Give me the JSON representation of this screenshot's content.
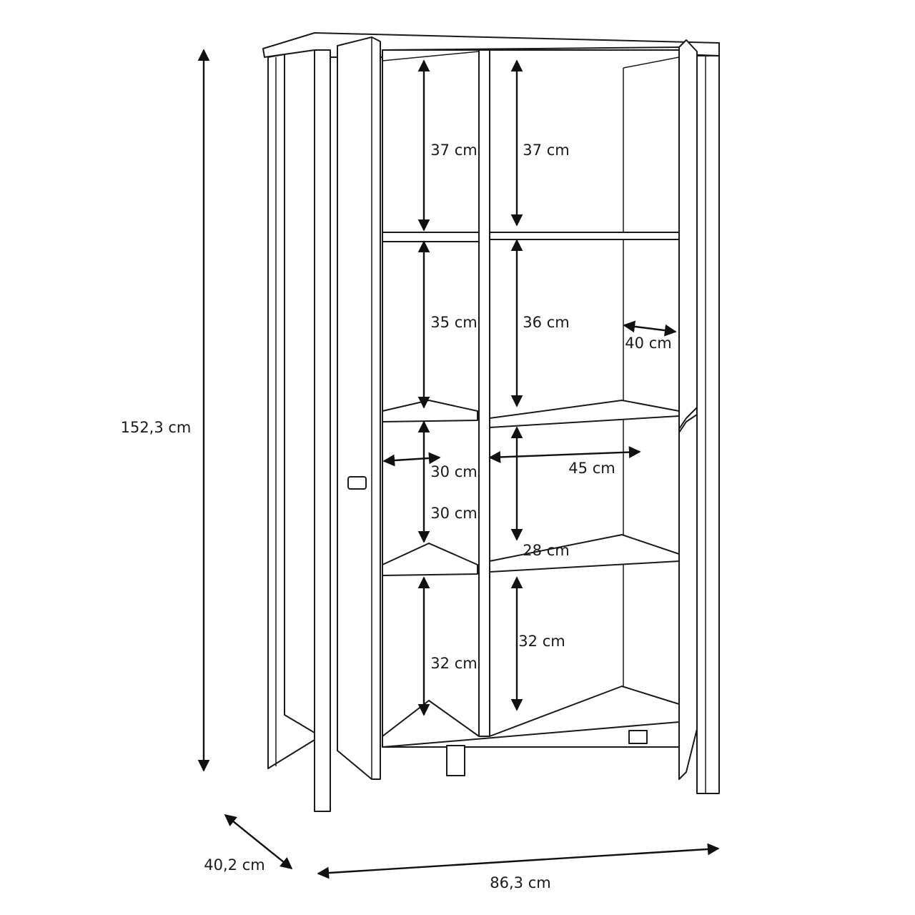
{
  "diagram": {
    "subject": "cabinet-dimensions",
    "line_color": "#1a1a1a",
    "overall": {
      "height": "152,3 cm",
      "depth": "40,2 cm",
      "width": "86,3 cm"
    },
    "compartments": {
      "left_top_height": "37 cm",
      "right_top_height": "37 cm",
      "left_second_height": "35 cm",
      "right_second_height": "36 cm",
      "shelf_depth": "40 cm",
      "left_width": "30 cm",
      "right_width": "45 cm",
      "left_third_height": "30 cm",
      "right_third_height": "28 cm",
      "left_bottom_height": "32 cm",
      "right_bottom_height": "32 cm"
    }
  }
}
